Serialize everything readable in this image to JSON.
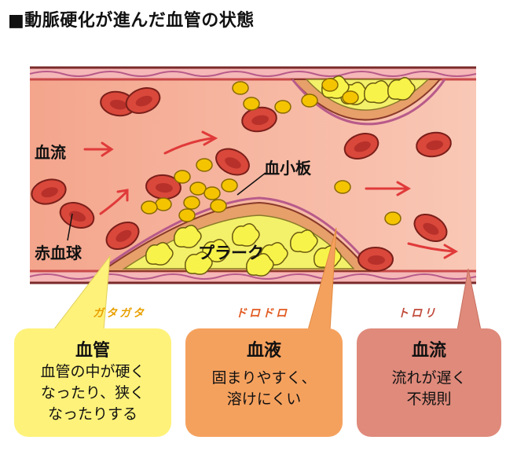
{
  "title": "■動脈硬化が進んだ血管の状態",
  "labels": {
    "blood_flow": "血流",
    "platelet": "血小板",
    "red_blood_cell": "赤血球",
    "plaque": "プラーク"
  },
  "sound_words": [
    "ガタガタ",
    "ドロドロ",
    "トロリ"
  ],
  "cards": [
    {
      "heading": "血管",
      "text": "血管の中が硬く\nなったり、狭く\nなったりする"
    },
    {
      "heading": "血液",
      "text": "固まりやすく、\n溶けにくい"
    },
    {
      "heading": "血流",
      "text": "流れが遅く\n不規則"
    }
  ],
  "colors": {
    "card1": "#fff27a",
    "card2": "#f5a15e",
    "card3": "#df8a7b",
    "vessel_lumen": "#f8b8a0",
    "vessel_wall": "#c94a4a",
    "red_blood_cell": "#d9483b",
    "platelet": "#f5c400",
    "plaque": "#f3f06a",
    "arrow": "#e03a3a"
  }
}
